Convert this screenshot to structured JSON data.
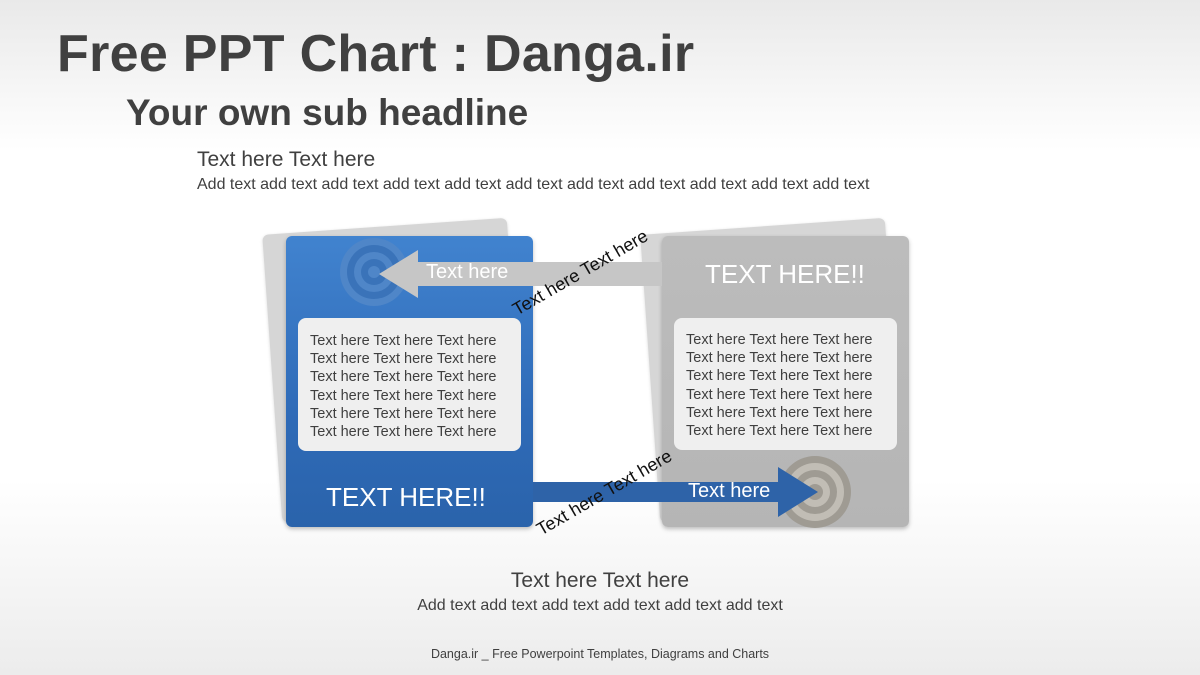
{
  "title": "Free PPT Chart : Danga.ir",
  "subtitle": "Your own sub headline",
  "intro": {
    "heading": "Text here Text here",
    "body": "Add text add text add text add text add text add text add text add text add text add text add text"
  },
  "left_card": {
    "label": "TEXT HERE!!",
    "text": "Text here Text here Text here\nText here Text here Text here\nText here Text here Text here\nText here Text here Text here\nText here Text here Text here\nText here Text here Text here",
    "color": "#3574c4",
    "target_icon": "target-icon"
  },
  "right_card": {
    "label": "TEXT HERE!!",
    "text": "Text here Text here Text here\nText here Text here Text here\nText here Text here Text here\nText here Text here Text here\nText here Text here Text here\nText here Text here Text here",
    "color": "#b9b9b9",
    "target_icon": "target-icon"
  },
  "top_arrow": {
    "label": "Text here",
    "caption": "Text here Text here",
    "direction": "left",
    "color": "#c4c4c4"
  },
  "bottom_arrow": {
    "label": "Text here",
    "caption": "Text here Text here",
    "direction": "right",
    "color": "#2e63a8"
  },
  "bottom": {
    "heading": "Text here Text here",
    "body": "Add text add text add text add text add text add text"
  },
  "footer": "Danga.ir _ Free Powerpoint Templates, Diagrams and Charts"
}
